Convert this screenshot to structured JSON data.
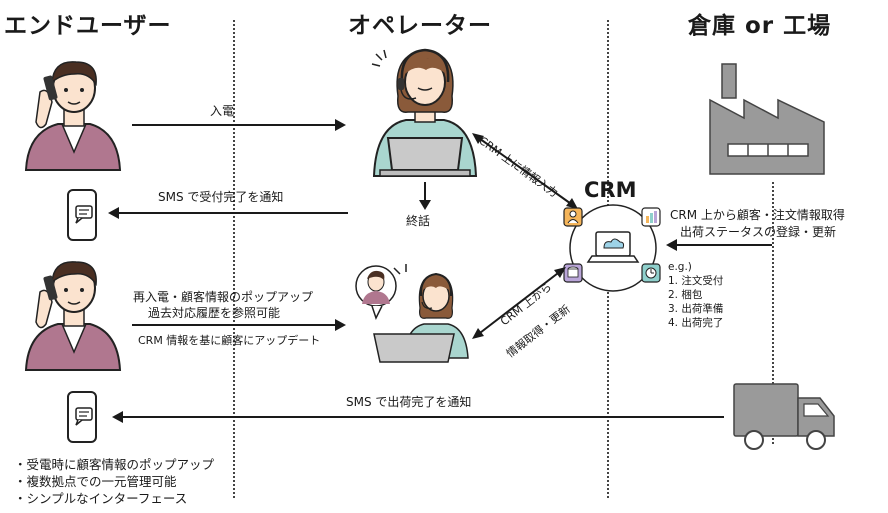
{
  "columns": {
    "end_user": "エンドユーザー",
    "operator": "オペレーター",
    "warehouse": "倉庫 or 工場"
  },
  "flows": {
    "incoming_call": "入電",
    "sms_received": "SMS で受付完了を通知",
    "end_call": "終話",
    "crm_input": "CRM 上に情報入力",
    "recall_line1": "再入電・顧客情報のポップアップ",
    "recall_line2": "過去対応履歴を参照可能",
    "crm_update_user": "CRM 情報を基に顧客にアップデート",
    "crm_fetch_update_line1": "CRM 上から",
    "crm_fetch_update_line2": "情報取得・更新",
    "warehouse_line1": "CRM 上から顧客・注文情報取得",
    "warehouse_line2": "出荷ステータスの登録・更新",
    "sms_shipped": "SMS で出荷完了を通知"
  },
  "crm": {
    "label": "CRM"
  },
  "steps": {
    "heading": "e.g.)",
    "items": [
      "1. 注文受付",
      "2. 梱包",
      "3. 出荷準備",
      "4. 出荷完了"
    ]
  },
  "features": [
    "・受電時に顧客情報のポップアップ",
    "・複数拠点での一元管理可能",
    "・シンプルなインターフェース"
  ],
  "colors": {
    "jacket": "#b0778f",
    "operator_shirt": "#a9d6cf",
    "factory_gray": "#9a9a9a",
    "laptop_gray": "#c9c9c9",
    "crm_icon_orange": "#f5b55a",
    "crm_icon_teal": "#8fd0cc",
    "crm_icon_purple": "#b9a5d8"
  }
}
